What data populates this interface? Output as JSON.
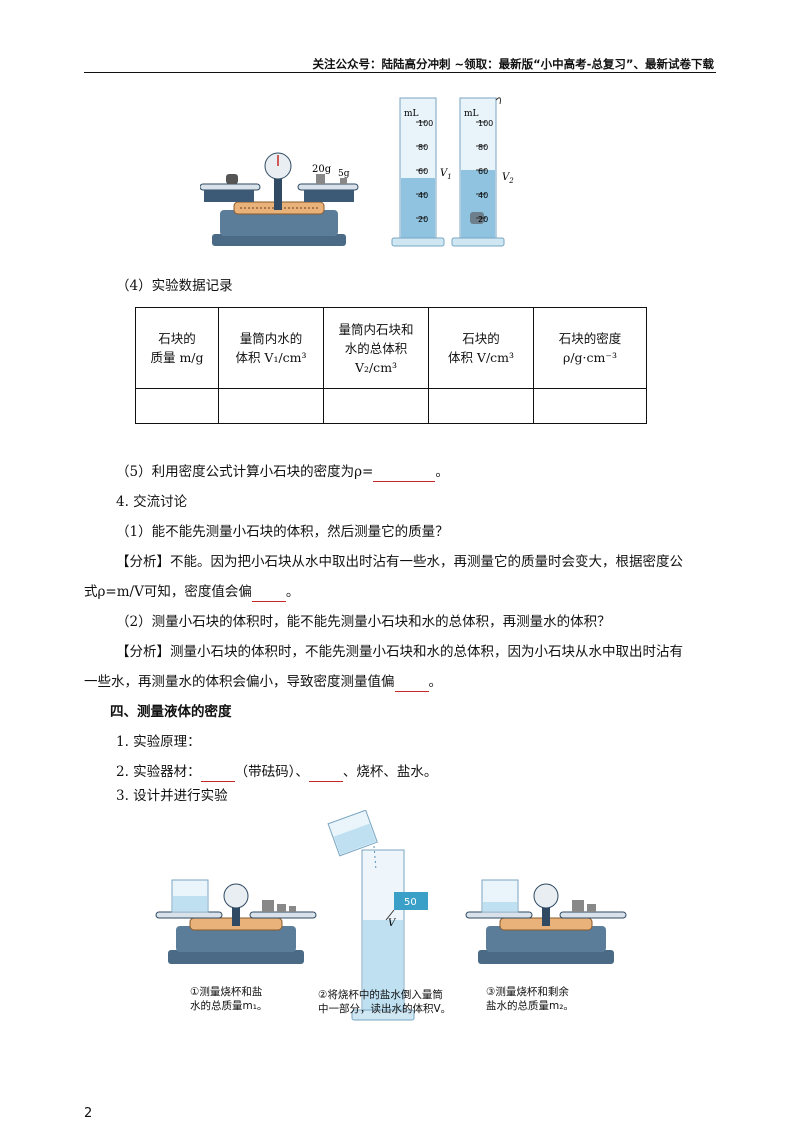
{
  "header": {
    "text": "关注公众号：陆陆高分冲刺 ~领取：最新版“小中高考-总复习”、最新试卷下载"
  },
  "figure1": {
    "weights": [
      "20g",
      "5g"
    ],
    "cylinder_unit": "mL",
    "cylinder_ticks": [
      "100",
      "80",
      "60",
      "40",
      "20"
    ],
    "v1_label": "V",
    "v1_sub": "1",
    "v2_label": "V",
    "v2_sub": "2"
  },
  "step4": {
    "text": "（4）实验数据记录"
  },
  "table": {
    "headers": [
      [
        "石块的",
        "质量 m/g"
      ],
      [
        "量筒内水的",
        "体积 V₁/cm³"
      ],
      [
        "量筒内石块和",
        "水的总体积",
        "V₂/cm³"
      ],
      [
        "石块的",
        "体积 V/cm³"
      ],
      [
        "石块的密度",
        "ρ/g·cm⁻³"
      ]
    ],
    "row": [
      "",
      "",
      "",
      "",
      ""
    ]
  },
  "step5": {
    "text": "（5）利用密度公式计算小石块的密度为ρ=",
    "end": "。"
  },
  "discussion": {
    "title": "4. 交流讨论",
    "q1": "（1）能不能先测量小石块的体积，然后测量它的质量？",
    "a1_line1": "【分析】不能。因为把小石块从水中取出时沾有一些水，再测量它的质量时会变大，根据密度公",
    "a1_line2_a": "式ρ=m/V可知，密度值会偏",
    "a1_line2_b": "。",
    "q2": "（2）测量小石块的体积时，能不能先测量小石块和水的总体积，再测量水的体积？",
    "a2_line1": "【分析】测量小石块的体积时，不能先测量小石块和水的总体积，因为小石块从水中取出时沾有",
    "a2_line2_a": "一些水，再测量水的体积会偏小，导致密度测量值偏",
    "a2_line2_b": "。"
  },
  "section4": {
    "title": "四、测量液体的密度",
    "p1": "1. 实验原理：",
    "p2_a": "2. 实验器材：",
    "p2_b": "（带砝码）、",
    "p2_c": "、烧杯、盐水。",
    "p3": "3. 设计并进行实验"
  },
  "figure2": {
    "display_value": "50",
    "v_label": "V",
    "cap1": "①测量烧杯和盐\n水的总质量m₁。",
    "cap2": "②将烧杯中的盐水倒入量筒\n中一部分，读出水的体积V。",
    "cap3": "③测量烧杯和剩余\n盐水的总质量m₂。"
  },
  "page_number": "2",
  "colors": {
    "underline": "#c62828",
    "balance_base": "#4a6a86",
    "balance_dark": "#2f4a62",
    "glass": "#cfe6f3",
    "water": "#8fc3e0",
    "display": "#3aa0c8"
  }
}
